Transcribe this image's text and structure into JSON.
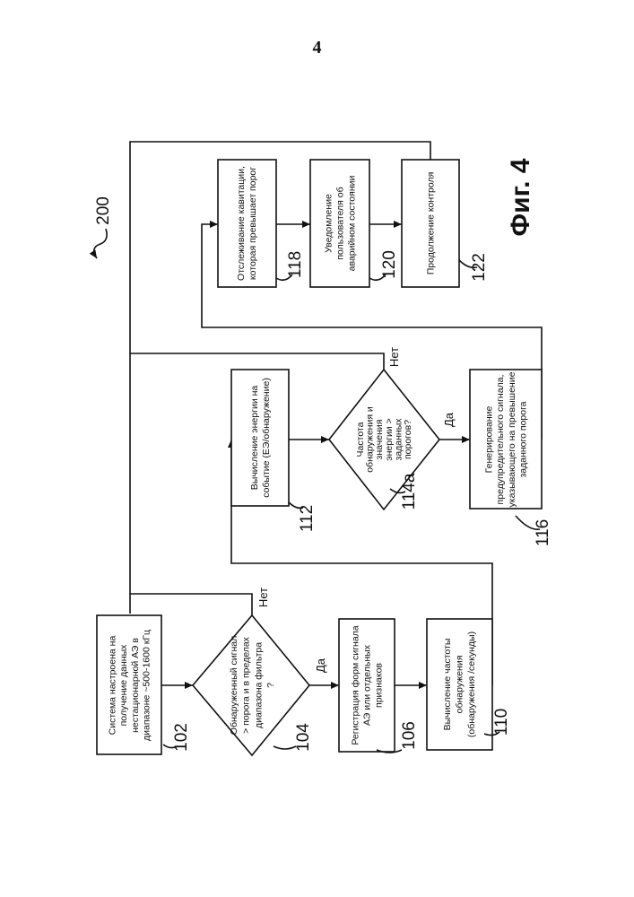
{
  "page_number": "4",
  "figure": {
    "label": "Фиг. 4",
    "ref": "200"
  },
  "steps": [
    {
      "id": "102",
      "ref": "102",
      "lines": [
        "Система настроена на",
        "получение данных",
        "нестационарной АЭ в",
        "диапазоне ~500-1600 кГц"
      ]
    },
    {
      "id": "104",
      "ref": "104",
      "lines": [
        "Обнаруженный сигнал",
        "> порога и в пределах",
        "диапазона фильтра",
        "?"
      ]
    },
    {
      "id": "106",
      "ref": "106",
      "lines": [
        "Регистрация форм сигнала",
        "АЭ или отдельных",
        "признаков"
      ]
    },
    {
      "id": "110",
      "ref": "110",
      "lines": [
        "Вычисление частоты",
        "обнаружения",
        "(обнаружения /секунды)"
      ]
    },
    {
      "id": "112",
      "ref": "112",
      "lines": [
        "Вычисление энергии на",
        "событие (ЕЭ/обнаружение)"
      ]
    },
    {
      "id": "114a",
      "ref": "114а",
      "lines": [
        "Частота",
        "обнаружения и",
        "значения",
        "энергии >",
        "заданных",
        "порогов?"
      ]
    },
    {
      "id": "116",
      "ref": "116",
      "lines": [
        "Генерирование",
        "предупредительного сигнала,",
        "указывающего на превышение",
        "заданного порога"
      ]
    },
    {
      "id": "118",
      "ref": "118",
      "lines": [
        "Отслеживание кавитации,",
        "которая превышает порог"
      ]
    },
    {
      "id": "120",
      "ref": "120",
      "lines": [
        "Уведомление",
        "пользователя об",
        "аварийном состоянии"
      ]
    },
    {
      "id": "122",
      "ref": "122",
      "lines": [
        "Продолжение контроля"
      ]
    }
  ],
  "edge_labels": {
    "yes_104": "Да",
    "no_104": "Нет",
    "yes_114": "Да",
    "no_114": "Нет"
  }
}
